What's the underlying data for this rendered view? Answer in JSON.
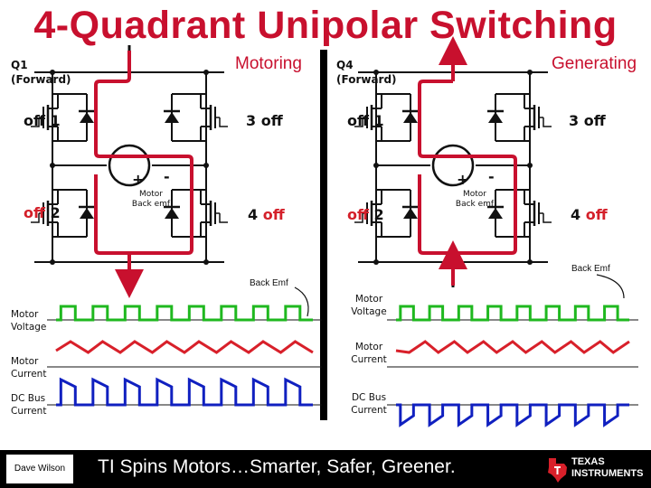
{
  "title": "4-Quadrant Unipolar Switching",
  "colors": {
    "accent": "#c8102e",
    "voltage": "#1fb81f",
    "current": "#d8202a",
    "bus": "#1020c0",
    "switch_off": "#d4202a"
  },
  "left_panel": {
    "quadrant": "Q1",
    "direction": "(Forward)",
    "mode": "Motoring",
    "switch1_state": "off",
    "switch1_num": "1",
    "switch2_state": "off",
    "switch2_num": "2",
    "switch3_num": "3",
    "switch3_state": "off",
    "switch4_num": "4",
    "switch4_state": "off",
    "motor_plus": "+",
    "motor_minus": "-",
    "motor_label": "Motor",
    "motor_sub": "Back emf",
    "back_emf_label": "Back Emf",
    "sig_voltage": [
      "Motor",
      "Voltage"
    ],
    "sig_current": [
      "Motor",
      "Current"
    ],
    "sig_bus": [
      "DC Bus",
      "Current"
    ]
  },
  "right_panel": {
    "quadrant": "Q4",
    "direction": "(Forward)",
    "mode": "Generating",
    "switch1_state": "off",
    "switch1_num": "1",
    "switch2_state": "off",
    "switch2_num": "2",
    "switch3_num": "3",
    "switch3_state": "off",
    "switch4_num": "4",
    "switch4_state": "off",
    "motor_plus": "+",
    "motor_minus": "-",
    "motor_label": "Motor",
    "motor_sub": "Back emf",
    "back_emf_label": "Back Emf",
    "sig_voltage": [
      "Motor",
      "Voltage"
    ],
    "sig_current": [
      "Motor",
      "Current"
    ],
    "sig_bus": [
      "DC Bus",
      "Current"
    ]
  },
  "footer": {
    "author": "Dave Wilson",
    "tagline": "TI Spins Motors…Smarter, Safer, Greener.",
    "logo_line1": "TEXAS",
    "logo_line2": "INSTRUMENTS",
    "logo_icon": "texas-state-icon"
  }
}
